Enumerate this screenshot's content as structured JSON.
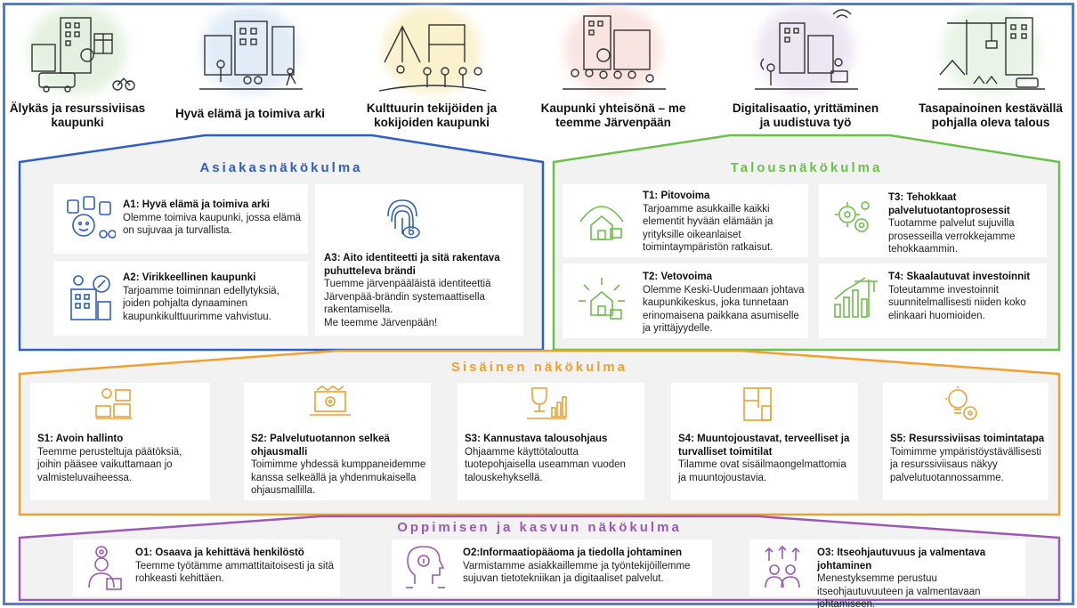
{
  "colors": {
    "blue": "#2f5fc4",
    "green": "#6cc04a",
    "orange": "#f0a030",
    "purple": "#9b59b6",
    "frame": "#4a7fd6"
  },
  "goals": [
    {
      "label": "Älykäs ja resurssiviisas kaupunki",
      "icon": "smart-city-icon",
      "color": "#cfe6c8"
    },
    {
      "label": "Hyvä elämä ja toimiva arki",
      "icon": "good-life-icon",
      "color": "#c9ddf2"
    },
    {
      "label": "Kulttuurin tekijöiden ja kokijoiden kaupunki",
      "icon": "culture-icon",
      "color": "#f6e6a6"
    },
    {
      "label": "Kaupunki yhteisönä – me teemme Järvenpään",
      "icon": "community-icon",
      "color": "#f4cfc8"
    },
    {
      "label": "Digitalisaatio, yrittäminen ja uudistuva työ",
      "icon": "digital-icon",
      "color": "#e2d2ec"
    },
    {
      "label": "Tasapainoinen kestävällä pohjalla oleva talous",
      "icon": "economy-icon",
      "color": "#d4ecd2"
    }
  ],
  "asiakas": {
    "title": "Asiakasnäkökulma",
    "cards": [
      {
        "title": "A1: Hyvä elämä ja toimiva arki",
        "text": "Olemme toimiva kaupunki, jossa elämä on sujuvaa ja turvallista.",
        "icon": "family-icon"
      },
      {
        "title": "A2: Virikkeellinen kaupunki",
        "text": "Tarjoamme toiminnan edellytyksiä, joiden pohjalta dynaaminen kaupunkikulttuurimme vahvistuu.",
        "icon": "city-building-icon"
      },
      {
        "title": "A3: Aito identiteetti ja sitä rakentava puhutteleva brändi",
        "text": "Tuemme järvenpääläistä identiteettiä Järvenpää-brändin systemaattisella rakentamisella.",
        "text2": "Me teemme Järvenpään!",
        "icon": "fingerprint-icon"
      }
    ]
  },
  "talous": {
    "title": "Talousnäkökulma",
    "cards": [
      {
        "title": "T1: Pitovoima",
        "text": "Tarjoamme asukkaille kaikki elementit hyvään elämään ja yrityksille oikeanlaiset toimintaympäristön ratkaisut.",
        "icon": "house-magnet-icon"
      },
      {
        "title": "T2: Vetovoima",
        "text": "Olemme Keski-Uudenmaan johtava kaupunkikeskus, joka tunnetaan erinomaisena paikkana asumiselle ja yrittäjyydelle.",
        "icon": "house-attraction-icon"
      },
      {
        "title": "T3: Tehokkaat palvelutuotantoprosessit",
        "text": "Tuotamme palvelut sujuvilla prosesseilla verrokkejamme tehokkaammin.",
        "icon": "gears-icon"
      },
      {
        "title": "T4: Skaalautuvat investoinnit",
        "text": "Toteutamme investoinnit suunnitelmallisesti niiden koko elinkaari huomioiden.",
        "icon": "construction-chart-icon"
      }
    ]
  },
  "sisainen": {
    "title": "Sisäinen näkökulma",
    "cards": [
      {
        "title": "S1: Avoin hallinto",
        "text": "Teemme perusteltuja päätöksiä, joihin pääsee vaikuttamaan jo valmisteluvaiheessa.",
        "icon": "open-governance-icon"
      },
      {
        "title": "S2: Palvelutuotannon selkeä ohjausmalli",
        "text": "Toimimme yhdessä kumppaneidemme kanssa selkeällä ja yhdenmukaisella ohjausmallilla.",
        "icon": "laptop-gear-icon"
      },
      {
        "title": "S3: Kannustava talousohjaus",
        "text": "Ohjaamme käyttötaloutta tuotepohjaisella useamman vuoden talouskehyksellä.",
        "icon": "trophy-chart-icon"
      },
      {
        "title": "S4: Muuntojoustavat, terveelliset ja turvalliset toimitilat",
        "text": "Tilamme ovat sisäilmaongelmattomia ja muuntojoustavia.",
        "icon": "floorplan-icon"
      },
      {
        "title": "S5: Resurssiviisas toimintatapa",
        "text": "Toimimme ympäristöystävällisesti ja resurssiviisaus näkyy palvelutuotannossamme.",
        "icon": "lightbulb-gear-icon"
      }
    ]
  },
  "oppiminen": {
    "title": "Oppimisen ja kasvun näkökulma",
    "cards": [
      {
        "title": "O1: Osaava ja kehittävä henkilöstö",
        "text": "Teemme työtämme ammattitaitoisesti ja sitä rohkeasti kehittäen.",
        "icon": "worker-gear-icon"
      },
      {
        "title": "O2:Informaatiopääoma ja tiedolla johtaminen",
        "text": "Varmistamme asiakkaillemme ja työntekijöillemme sujuvan tietotekniikan ja digitaaliset palvelut.",
        "icon": "head-info-icon"
      },
      {
        "title": "O3: Itseohjautuvuus ja valmentava johtaminen",
        "text": "Menestyksemme perustuu itseohjautuvuuteen ja valmentavaan johtamiseen.",
        "icon": "people-arrows-icon"
      }
    ]
  }
}
